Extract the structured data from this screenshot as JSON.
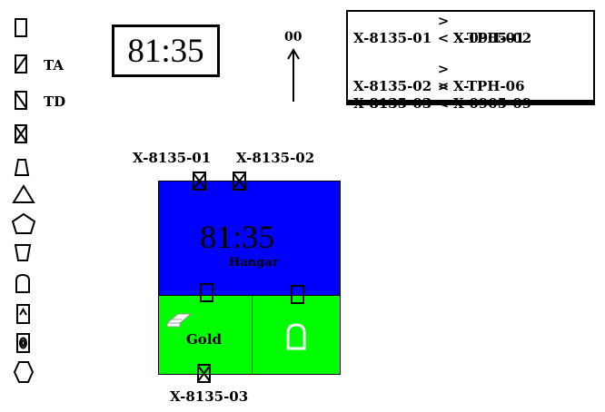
{
  "legend": {
    "items": [
      {
        "icon": "rect-outline-icon",
        "label": ""
      },
      {
        "icon": "rect-slash-icon",
        "label": "TA"
      },
      {
        "icon": "rect-backslash-icon",
        "label": "TD"
      },
      {
        "icon": "rect-cross-icon",
        "label": ""
      },
      {
        "icon": "trapezoid-icon",
        "label": ""
      },
      {
        "icon": "triangle-icon",
        "label": ""
      },
      {
        "icon": "pentagon-icon",
        "label": ""
      },
      {
        "icon": "inverted-trapezoid-icon",
        "label": ""
      },
      {
        "icon": "rounded-top-rect-icon",
        "label": ""
      },
      {
        "icon": "rect-with-triangle-icon",
        "label": ""
      },
      {
        "icon": "rect-with-oval-icon",
        "label": ""
      },
      {
        "icon": "hexagon-icon",
        "label": ""
      }
    ]
  },
  "clock": "81:35",
  "heading": {
    "value": "00",
    "icon": "north-arrow-icon"
  },
  "mapping": {
    "arrow_glyph": "><",
    "rows": [
      {
        "src": "X-8135-01",
        "dst": "X-TPH-01"
      },
      {
        "src": "",
        "dst": "X-0905-02"
      },
      {
        "src": "X-8135-02",
        "dst": "X-TPH-06"
      },
      {
        "src": "X-8135-03",
        "dst": "X-0905-09"
      }
    ]
  },
  "map": {
    "zones": [
      {
        "name": "Hangar",
        "clock": "81:35",
        "color": "#0000ff"
      },
      {
        "name": "Gold",
        "color": "#00ff00",
        "icon": "bar-icon"
      },
      {
        "name": "",
        "color": "#00ff00",
        "icon": "rounded-top-rect-icon"
      }
    ],
    "units": [
      {
        "callsign": "X-8135-01",
        "icon": "rect-cross-icon"
      },
      {
        "callsign": "X-8135-02",
        "icon": "rect-cross-icon"
      },
      {
        "callsign": "X-8135-03",
        "icon": "rect-cross-icon"
      }
    ]
  }
}
